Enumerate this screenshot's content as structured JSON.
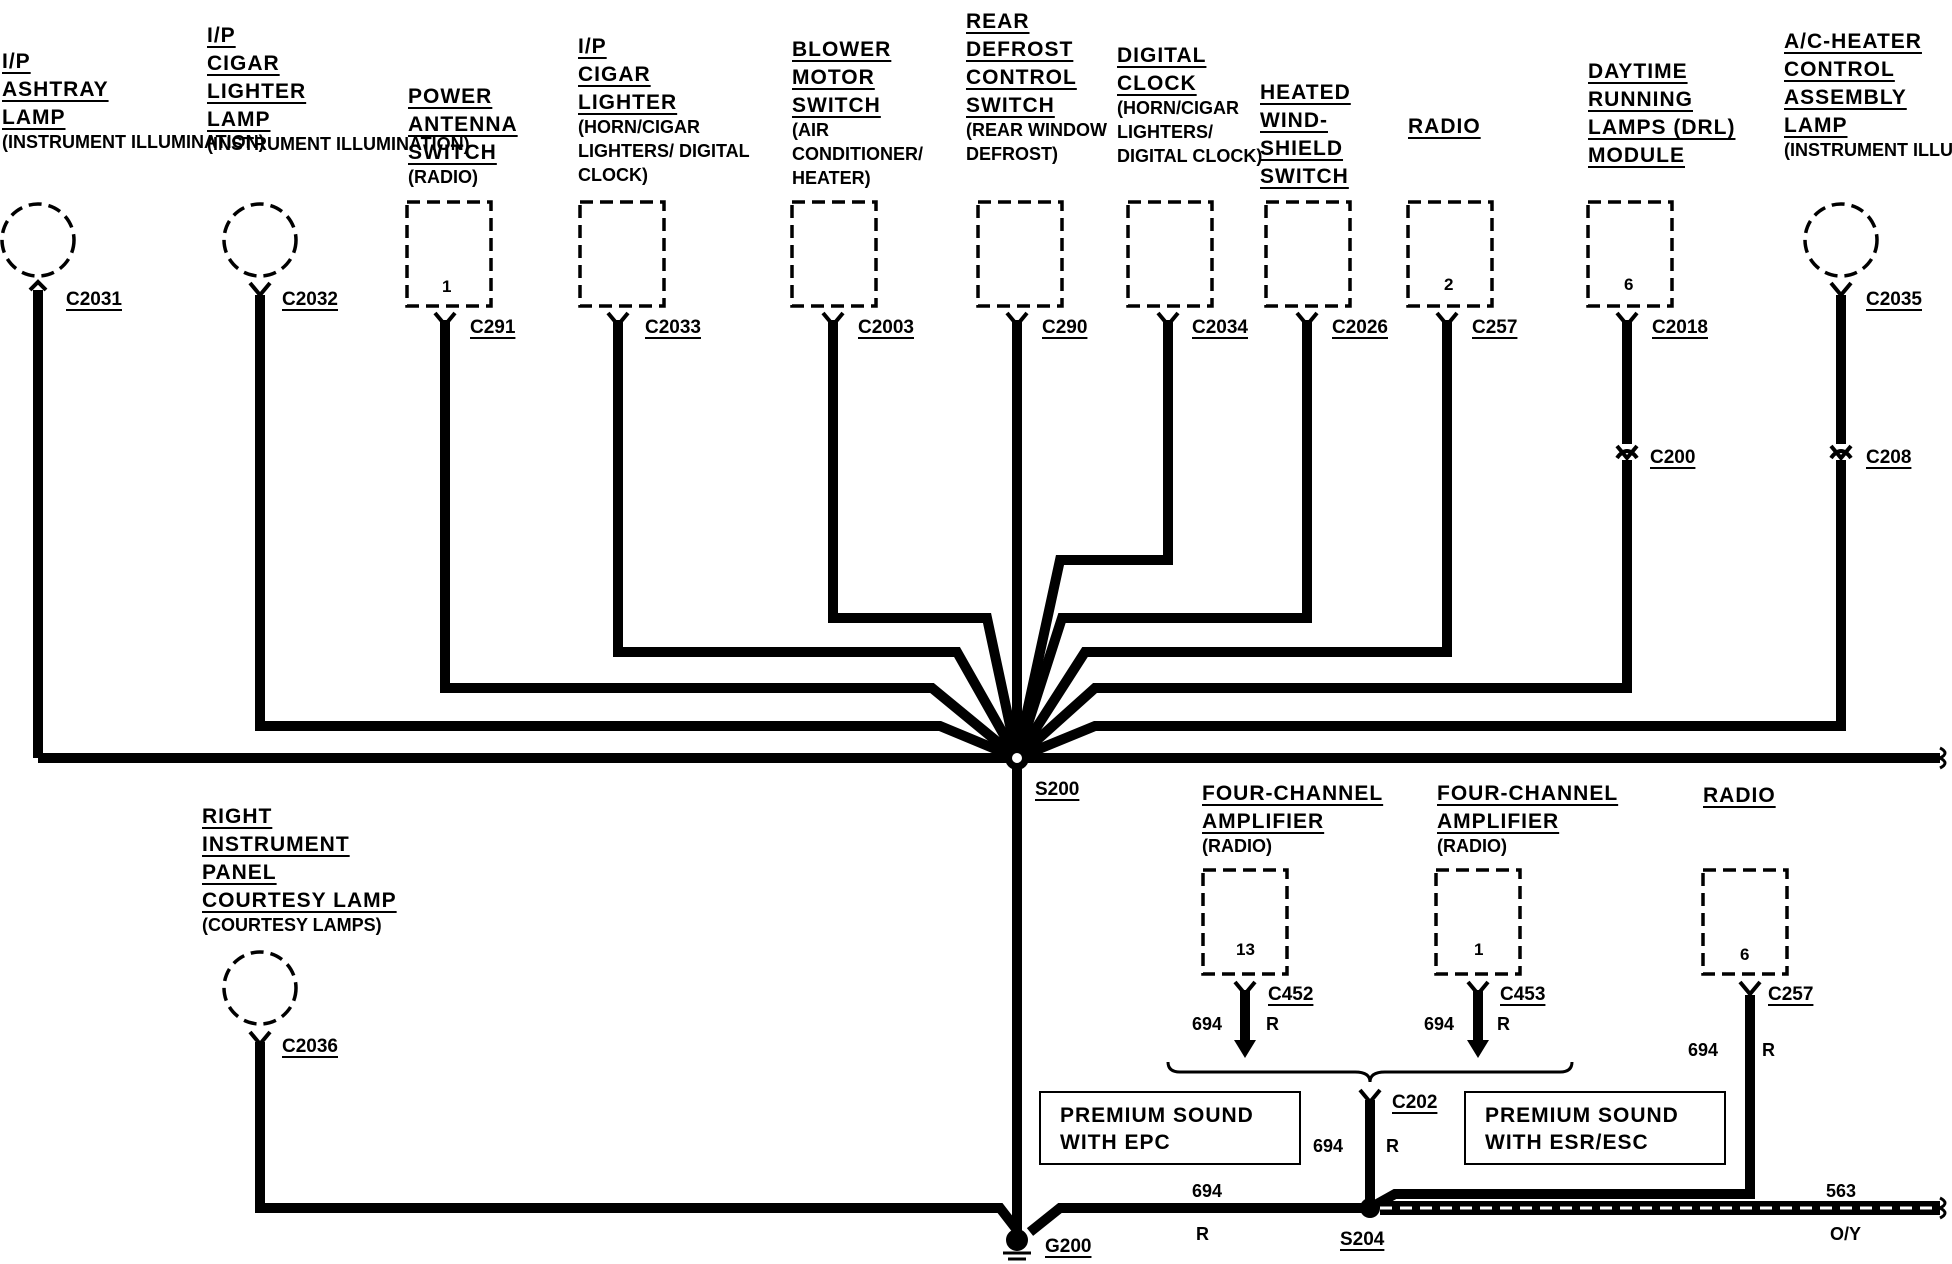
{
  "components_top": [
    {
      "name_lines": [
        "I/P",
        "ASHTRAY",
        "LAMP"
      ],
      "circuit": "(INSTRUMENT ILLUMINATION)",
      "connector": "C2031",
      "pin": ""
    },
    {
      "name_lines": [
        "I/P",
        "CIGAR",
        "LIGHTER",
        "LAMP"
      ],
      "circuit": "(INSTRUMENT ILLUMINATION)",
      "connector": "C2032",
      "pin": ""
    },
    {
      "name_lines": [
        "POWER",
        "ANTENNA",
        "SWITCH"
      ],
      "circuit": "(RADIO)",
      "connector": "C291",
      "pin": "1"
    },
    {
      "name_lines": [
        "I/P",
        "CIGAR",
        "LIGHTER"
      ],
      "circuit": "(HORN/CIGAR LIGHTERS/ DIGITAL CLOCK)",
      "connector": "C2033",
      "pin": ""
    },
    {
      "name_lines": [
        "BLOWER",
        "MOTOR",
        "SWITCH"
      ],
      "circuit": "(AIR CONDITIONER/ HEATER)",
      "connector": "C2003",
      "pin": ""
    },
    {
      "name_lines": [
        "REAR",
        "DEFROST",
        "CONTROL",
        "SWITCH"
      ],
      "circuit": "(REAR WINDOW DEFROST)",
      "connector": "C290",
      "pin": ""
    },
    {
      "name_lines": [
        "DIGITAL",
        "CLOCK"
      ],
      "circuit": "(HORN/CIGAR LIGHTERS/ DIGITAL CLOCK)",
      "connector": "C2034",
      "pin": ""
    },
    {
      "name_lines": [
        "HEATED",
        "WIND-",
        "SHIELD",
        "SWITCH"
      ],
      "circuit": "",
      "connector": "C2026",
      "pin": ""
    },
    {
      "name_lines": [
        "RADIO"
      ],
      "circuit": "",
      "connector": "C257",
      "pin": "2"
    },
    {
      "name_lines": [
        "DAYTIME",
        "RUNNING",
        "LAMPS (DRL)",
        "MODULE"
      ],
      "circuit": "",
      "connector": "C2018",
      "pin": "6"
    },
    {
      "name_lines": [
        "A/C-HEATER",
        "CONTROL",
        "ASSEMBLY",
        "LAMP"
      ],
      "circuit": "(INSTRUMENT ILLUMINATION)",
      "connector": "C2035",
      "pin": ""
    }
  ],
  "inline_connectors": [
    "C200",
    "C208"
  ],
  "splices": [
    "S200",
    "S204"
  ],
  "ground": "G200",
  "courtesy_lamp": {
    "name_lines": [
      "RIGHT",
      "INSTRUMENT",
      "PANEL",
      "COURTESY LAMP"
    ],
    "circuit": "(COURTESY LAMPS)",
    "connector": "C2036"
  },
  "amplifiers": [
    {
      "name_lines": [
        "FOUR-CHANNEL",
        "AMPLIFIER"
      ],
      "circuit": "(RADIO)",
      "pin": "13",
      "connector": "C452",
      "wire": "694",
      "color": "R"
    },
    {
      "name_lines": [
        "FOUR-CHANNEL",
        "AMPLIFIER"
      ],
      "circuit": "(RADIO)",
      "pin": "1",
      "connector": "C453",
      "wire": "694",
      "color": "R"
    }
  ],
  "radio_bottom": {
    "name": "RADIO",
    "pin": "6",
    "connector": "C257",
    "wire": "694",
    "color": "R"
  },
  "c202": {
    "connector": "C202",
    "wire": "694",
    "color": "R"
  },
  "option_boxes": [
    {
      "lines": [
        "PREMIUM SOUND",
        "WITH EPC"
      ]
    },
    {
      "lines": [
        "PREMIUM SOUND",
        "WITH ESR/ESC"
      ]
    }
  ],
  "bottom_wires": [
    {
      "wire": "694",
      "color": "R"
    },
    {
      "wire": "563",
      "color": "O/Y"
    }
  ]
}
